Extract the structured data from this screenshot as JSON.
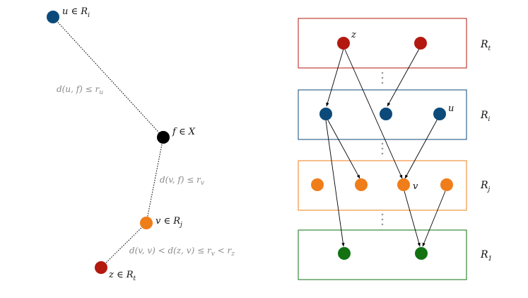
{
  "colors": {
    "red": "#b3190f",
    "blue": "#0c4a7a",
    "orange": "#ef7d1a",
    "green": "#127212",
    "black": "#000000",
    "gray_text": "#8a8a8a",
    "gray_dots": "#9a9a9a"
  },
  "left": {
    "node_u": "u ∈ R",
    "node_u_sub": "i",
    "node_f": "f ∈ X",
    "node_v": "v ∈ R",
    "node_v_sub": "j",
    "node_z": "z ∈ R",
    "node_z_sub": "t",
    "cond_uf": "d(u, f) ≤ r",
    "cond_uf_sub": "u",
    "cond_vf": "d(v, f) ≤ r",
    "cond_vf_sub": "v",
    "cond_z": "d(v, v) < d(z, v) ≤ r",
    "cond_z_sub1": "v",
    "cond_z_mid": " < r",
    "cond_z_sub2": "z"
  },
  "right": {
    "box_t_label": "R",
    "box_t_sub": "t",
    "box_i_label": "R",
    "box_i_sub": "i",
    "box_j_label": "R",
    "box_j_sub": "j",
    "box_1_label": "R",
    "box_1_sub": "1",
    "node_z": "z",
    "node_u": "u",
    "node_v": "v"
  }
}
